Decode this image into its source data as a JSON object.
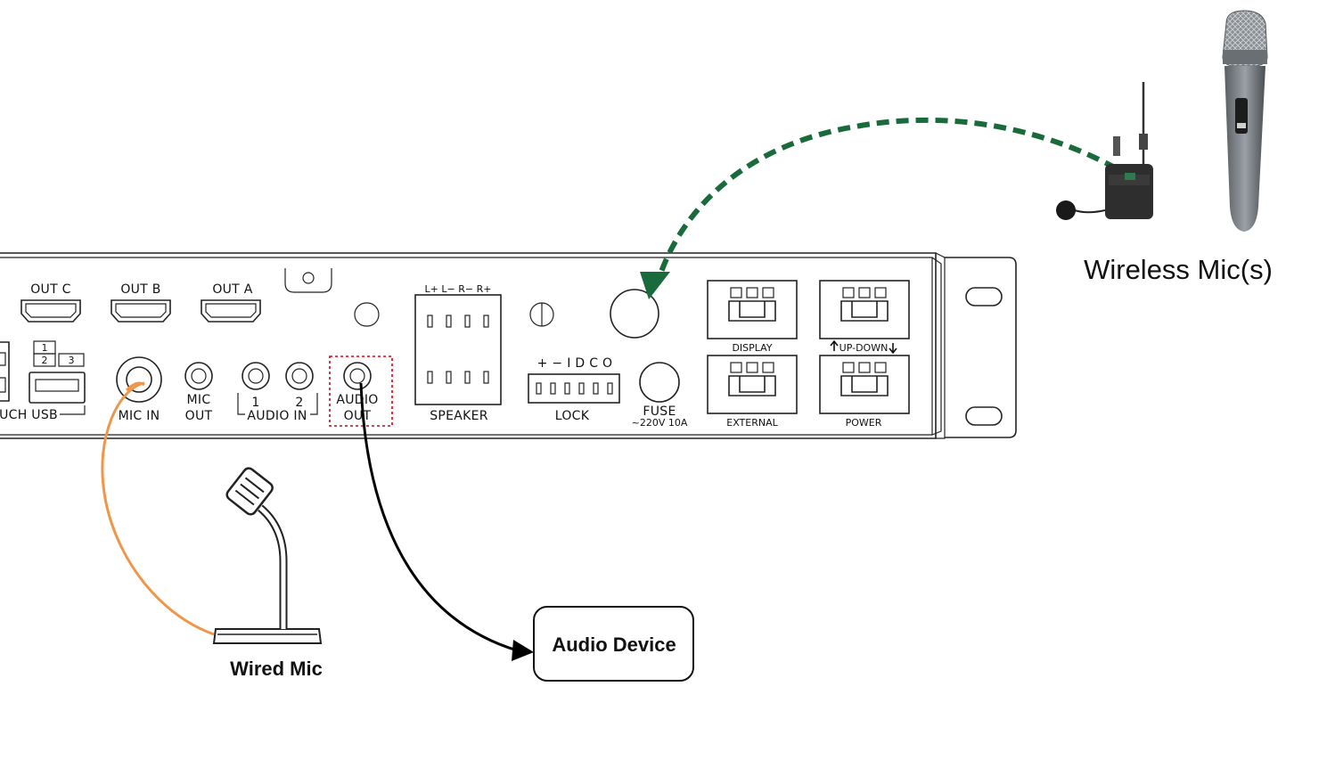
{
  "panel": {
    "hdmi": [
      "OUT C",
      "OUT B",
      "OUT A"
    ],
    "usb_label": "UCH USB",
    "usb_grid": [
      "1",
      "2",
      "3"
    ],
    "mic_in": "MIC IN",
    "mic_out_1": "MIC",
    "mic_out_2": "OUT",
    "audio_in_1": "1",
    "audio_in_2": "2",
    "audio_in": "AUDIO IN",
    "audio_out_1": "AUDIO",
    "audio_out_2": "OUT",
    "speaker_top": "L+ L− R− R+",
    "speaker": "SPEAKER",
    "lock_top": "+ − I D C O",
    "lock": "LOCK",
    "fuse": "FUSE",
    "fuse_rating": "~220V 10A",
    "display": "DISPLAY",
    "updown": "UP-DOWN",
    "external": "EXTERNAL",
    "power": "POWER"
  },
  "captions": {
    "wireless": "Wireless Mic(s)",
    "wired": "Wired Mic",
    "audio_device": "Audio Device"
  },
  "colors": {
    "wireless_arrow": "#1a6b3c",
    "wired_cable": "#f0964a",
    "audio_cable": "#000000",
    "highlight_box": "#d0021b"
  }
}
